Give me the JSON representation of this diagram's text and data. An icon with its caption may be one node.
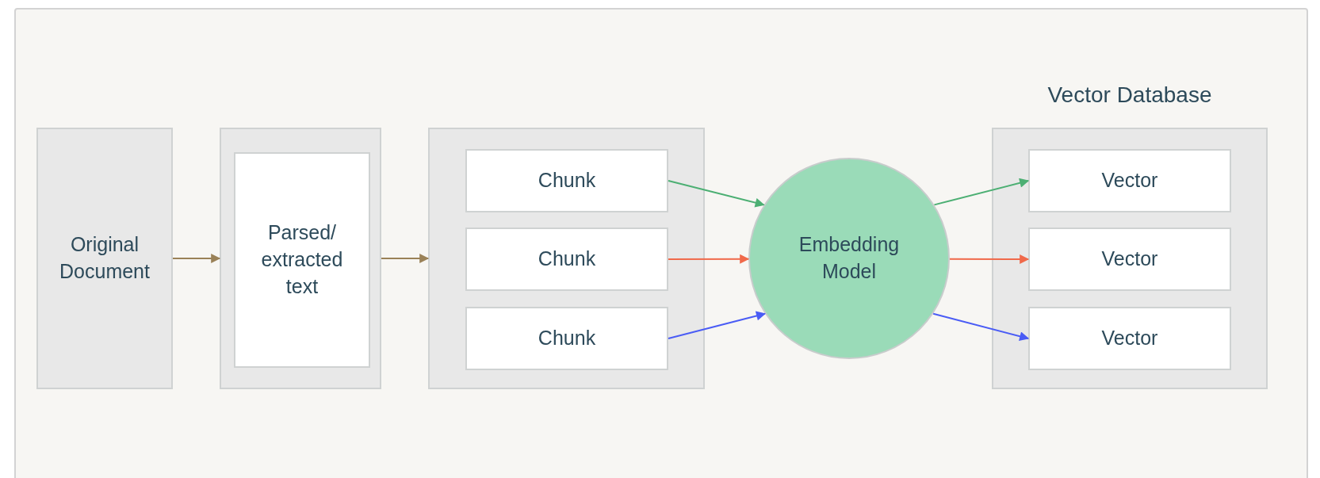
{
  "diagram": {
    "nodes": [
      {
        "text": [
          "Original Document"
        ]
      },
      {
        "text": [],
        "shape": "box"
      },
      {
        "text": [
          "Parsed/ extracted text"
        ],
        "in": 1
      },
      {
        "text": [],
        "shape": "box"
      },
      {
        "text": [
          "Chunk"
        ],
        "in": 3
      },
      {
        "text": [
          "Chunk"
        ],
        "in": 3
      },
      {
        "text": [
          "Chunk"
        ],
        "in": 3
      },
      {
        "text": [
          "Embedding Model"
        ]
      },
      {
        "text": [
          "Vector Database"
        ]
      },
      {
        "text": [
          "Vector"
        ],
        "in": 8
      },
      {
        "text": [
          "Vector"
        ],
        "in": 8
      },
      {
        "text": [
          "Vector"
        ],
        "in": 8
      }
    ],
    "edges": [
      {
        "from": 0,
        "to": 1,
        "arrow": "to",
        "color": "#9a8157"
      },
      {
        "from": 1,
        "to": 3,
        "arrow": "to",
        "color": "#9a8157"
      },
      {
        "from": 4,
        "to": 7,
        "arrow": "to",
        "color": "#4caf73"
      },
      {
        "from": 5,
        "to": 7,
        "arrow": "to",
        "color": "#f0694a"
      },
      {
        "from": 6,
        "to": 7,
        "arrow": "to",
        "color": "#4a5cf5"
      },
      {
        "from": 7,
        "to": 9,
        "arrow": "to",
        "color": "#4caf73"
      },
      {
        "from": 7,
        "to": 10,
        "arrow": "to",
        "color": "#f0694a"
      },
      {
        "from": 7,
        "to": 11,
        "arrow": "to",
        "color": "#4a5cf5"
      }
    ]
  }
}
